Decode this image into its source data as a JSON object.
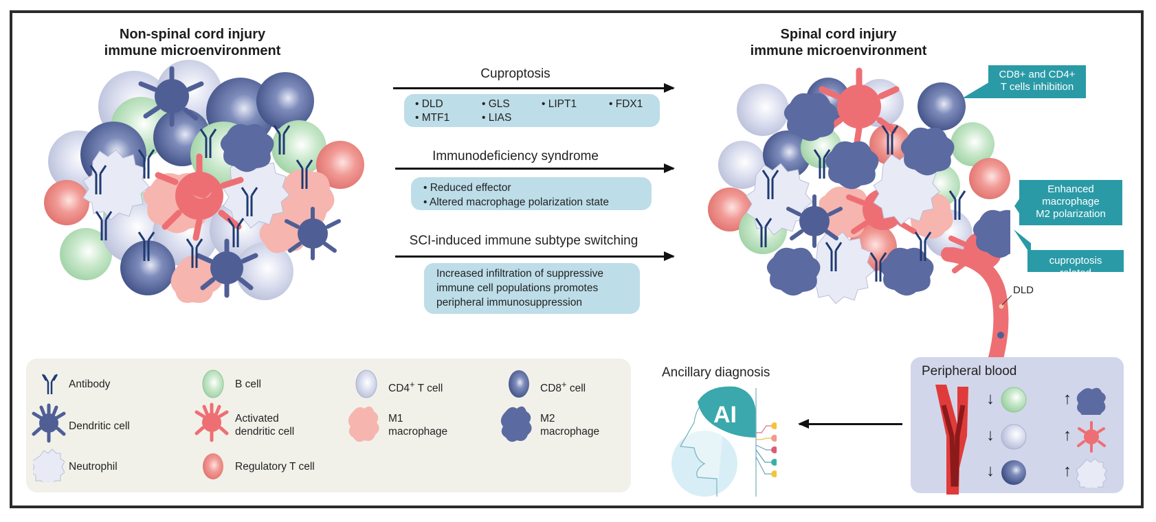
{
  "titles": {
    "left": [
      "Non-spinal cord injury",
      "immune microenvironment"
    ],
    "right": [
      "Spinal cord injury",
      "immune microenvironment"
    ]
  },
  "pathways": [
    {
      "label": "Cuproptosis",
      "genes": [
        "• DLD",
        "• GLS",
        "• LIPT1",
        "• FDX1",
        "• MTF1",
        "• LIAS"
      ]
    },
    {
      "label": "Immunodeficiency syndrome",
      "bullets": [
        "• Reduced effector",
        "• Altered macrophage polarization state"
      ]
    },
    {
      "label": "SCI-induced immune subtype switching",
      "lines": [
        "Increased infiltration of suppressive",
        "immune cell populations promotes",
        "peripheral immunosuppression"
      ]
    }
  ],
  "callouts": {
    "tcells": [
      "CD8+ and CD4+",
      "T cells inhibition"
    ],
    "macrophage": [
      "Enhanced",
      "macrophage",
      "M2 polarization"
    ],
    "cuproptosis": [
      "cuproptosis related"
    ]
  },
  "dld_label": "DLD",
  "legend": {
    "antibody": "Antibody",
    "b_cell": "B cell",
    "cd4": {
      "main": "CD4",
      "sup": "+",
      "rest": " T cell"
    },
    "cd8": {
      "main": "CD8",
      "sup": "+",
      "rest": " cell"
    },
    "dendritic": "Dendritic cell",
    "activated_dendritic": [
      "Activated",
      "dendritic cell"
    ],
    "m1": [
      "M1",
      "macrophage"
    ],
    "m2": [
      "M2",
      "macrophage"
    ],
    "neutrophil": "Neutrophil",
    "treg": "Regulatory T cell"
  },
  "ancillary": {
    "title": "Ancillary diagnosis",
    "ai_label": "AI"
  },
  "peripheral": {
    "title": "Peripheral blood",
    "down_arrow": "↓",
    "up_arrow": "↑"
  },
  "colors": {
    "teal": "#2a9aa7",
    "info_box": "#bddde8",
    "b_cell": "#bfe3c4",
    "cd4": "#d5d9ee",
    "cd8": "#5a6a9e",
    "treg": "#ee8a86",
    "m1": "#f6b5ae",
    "activated_dc": "#ee6f73",
    "antibody": "#1f3a72"
  }
}
